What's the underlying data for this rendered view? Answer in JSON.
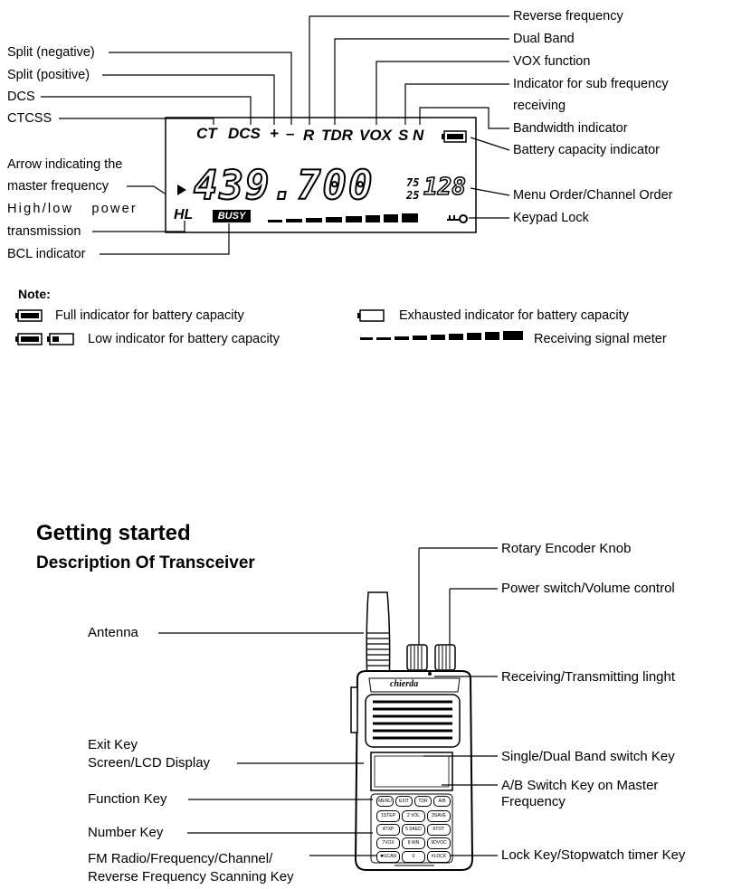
{
  "lcd_labels": {
    "reverse_frequency": "Reverse frequency",
    "dual_band": "Dual Band",
    "vox_function": "VOX function",
    "sub_freq_line1": "Indicator for sub frequency",
    "sub_freq_line2": "receiving",
    "bandwidth": "Bandwidth indicator",
    "battery_capacity": "Battery capacity indicator",
    "menu_order": "Menu Order/Channel Order",
    "keypad_lock": "Keypad Lock",
    "split_negative": "Split (negative)",
    "split_positive": "Split (positive)",
    "dcs": "DCS",
    "ctcss": "CTCSS",
    "arrow_line1": "Arrow indicating the",
    "arrow_line2": "master frequency",
    "hl_line1": "High/low power",
    "hl_line2": "transmission",
    "bcl": "BCL indicator"
  },
  "lcd_display": {
    "ct": "CT",
    "dcs": "DCS",
    "plus": "+",
    "minus": "–",
    "r": "R",
    "tdr": "TDR",
    "vox": "VOX",
    "s": "S",
    "n": "N",
    "frequency": "439.700",
    "ctcss_small_top": "75",
    "ctcss_small_bottom": "25",
    "channel": "128",
    "hl": "HL",
    "busy": "BUSY"
  },
  "note": {
    "title": "Note:",
    "full": "Full indicator for battery capacity",
    "low": "Low indicator for battery capacity",
    "exhausted": "Exhausted indicator for battery capacity",
    "signal_meter": "Receiving signal meter"
  },
  "section": {
    "title": "Getting started",
    "subtitle": "Description Of Transceiver"
  },
  "radio_labels": {
    "antenna": "Antenna",
    "exit_key": "Exit Key",
    "screen": "Screen/LCD Display",
    "function_key": "Function Key",
    "number_key": "Number Key",
    "fm_line1": "FM Radio/Frequency/Channel/",
    "fm_line2": "Reverse Frequency Scanning Key",
    "rotary": "Rotary Encoder Knob",
    "power": "Power switch/Volume control",
    "rx_tx": "Receiving/Transmitting linght",
    "single_dual": "Single/Dual Band switch Key",
    "ab_line1": "A/B Switch Key on Master",
    "ab_line2": "Frequency",
    "lock_key": "Lock Key/Stopwatch timer Key"
  },
  "radio": {
    "brand": "chierda",
    "top_keys": [
      "MENU",
      "EXIT",
      "TDR",
      "A/B"
    ],
    "keypad": [
      [
        "1STEP",
        "2 VOL",
        "3SAVE"
      ],
      [
        "4TXP",
        "5 SKED",
        "6TOT"
      ],
      [
        "7VOX",
        "8 WN",
        "9DVOC"
      ],
      [
        "✱SCAN",
        "0",
        "#LOCK"
      ]
    ]
  }
}
